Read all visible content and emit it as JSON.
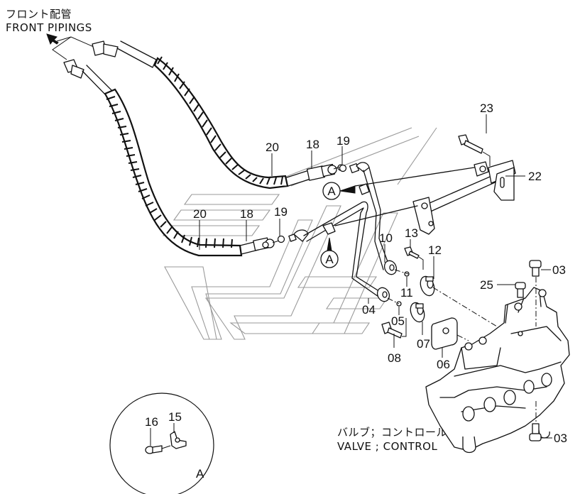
{
  "diagram": {
    "type": "exploded parts diagram",
    "heading": {
      "japanese": "フロント配管",
      "english": "FRONT PIPINGS"
    },
    "valve_caption": {
      "japanese": "バルブ；コントロール",
      "english": "VALVE ; CONTROL"
    },
    "detail_view": {
      "label": "A",
      "callouts": [
        "16",
        "15"
      ]
    },
    "reference_markers": [
      "A",
      "A"
    ],
    "callouts": {
      "p20_upper": "20",
      "p18_upper": "18",
      "p19_upper": "19",
      "p20_lower": "20",
      "p18_lower": "18",
      "p19_lower": "19",
      "p23": "23",
      "p22": "22",
      "p10": "10",
      "p13": "13",
      "p12": "12",
      "p11": "11",
      "p04": "04",
      "p05": "05",
      "p07": "07",
      "p08": "08",
      "p06": "06",
      "p25": "25",
      "p03_top": "03",
      "p03_bottom": "03",
      "p16": "16",
      "p15": "15"
    }
  }
}
